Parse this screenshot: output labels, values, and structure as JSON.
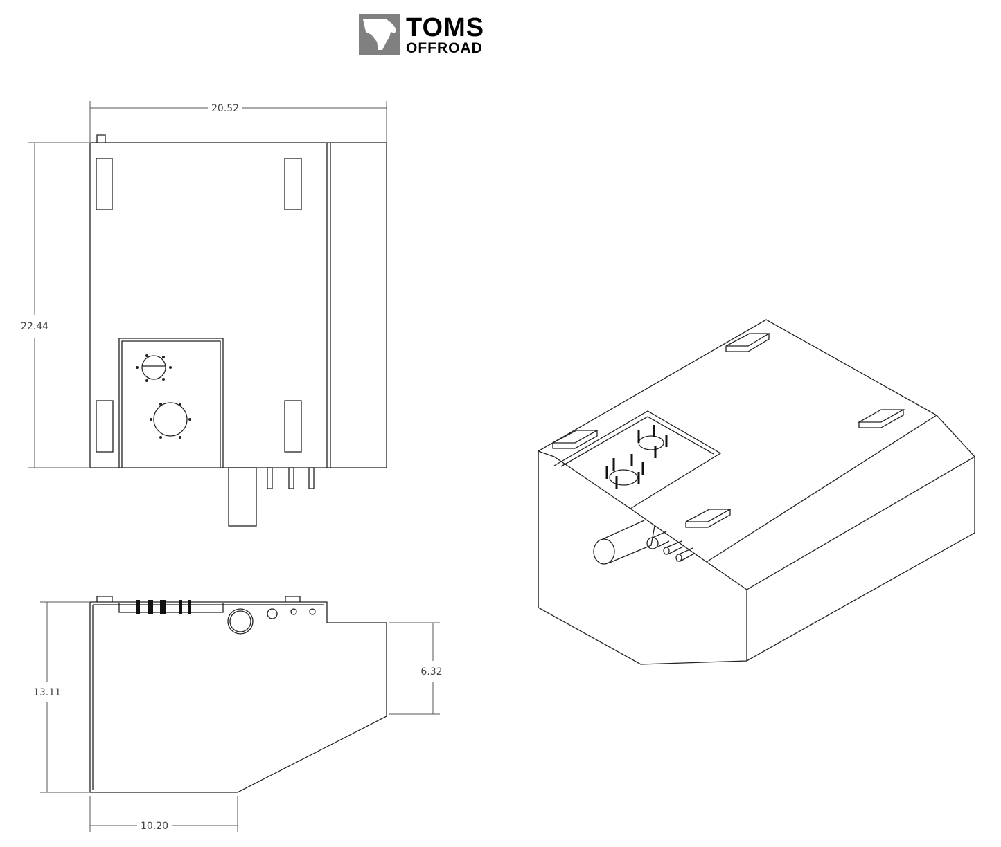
{
  "logo": {
    "line1": "TOMS",
    "line2": "OFFROAD",
    "icon": "horse-head-icon",
    "icon_color": "#808080"
  },
  "dimensions": {
    "top_width": "20.52",
    "top_height": "22.44",
    "side_height": "13.11",
    "side_step_height": "6.32",
    "side_bottom_width": "10.20"
  }
}
